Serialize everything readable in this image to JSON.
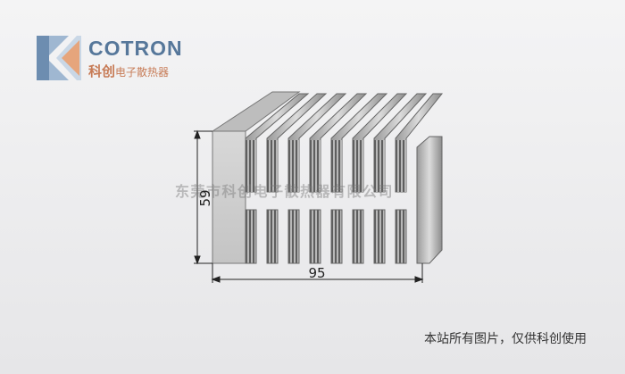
{
  "logo": {
    "name": "COTRON",
    "cn_main": "科创",
    "cn_sub": "电子散热器",
    "colors": {
      "blue": "#56779a",
      "orange": "#c77b56"
    }
  },
  "drawing": {
    "height_dim": "59",
    "width_dim": "95"
  },
  "watermark": "东莞市科创电子散热器有限公司",
  "footer": "本站所有图片，仅供科创使用"
}
